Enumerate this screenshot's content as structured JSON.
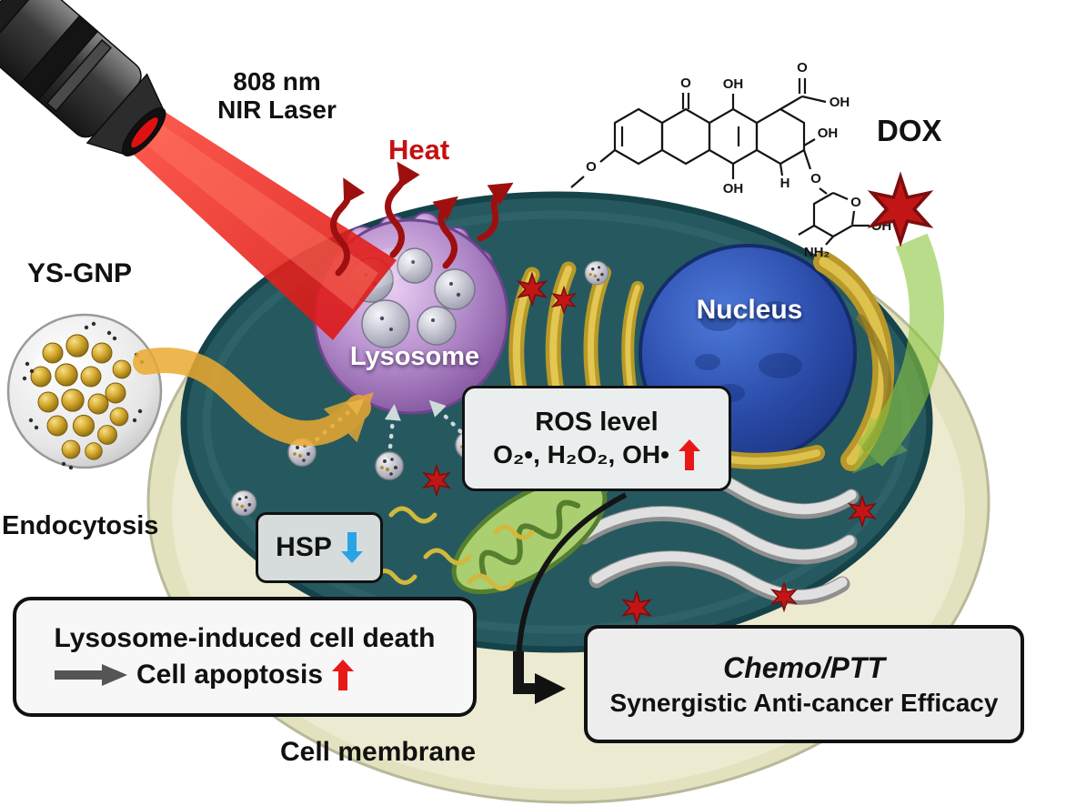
{
  "laser": {
    "line1": "808 nm",
    "line2": "NIR Laser"
  },
  "heat": {
    "label": "Heat"
  },
  "ys_gnp": {
    "label": "YS-GNP"
  },
  "endocytosis": {
    "label": "Endocytosis"
  },
  "cell": {
    "membrane_label": "Cell membrane"
  },
  "organelles": {
    "lysosome_label": "Lysosome",
    "nucleus_label": "Nucleus"
  },
  "dox": {
    "label": "DOX",
    "atoms": [
      {
        "t": "O"
      },
      {
        "t": "OH"
      },
      {
        "t": "O"
      },
      {
        "t": "OH"
      },
      {
        "t": "OH"
      },
      {
        "t": "O"
      },
      {
        "t": "OH"
      },
      {
        "t": "H"
      },
      {
        "t": "O"
      },
      {
        "t": "O"
      },
      {
        "t": "OH"
      },
      {
        "t": "NH₂"
      }
    ]
  },
  "boxes": {
    "ros": {
      "title": "ROS level",
      "species": "O₂•, H₂O₂, OH•"
    },
    "hsp": {
      "label": "HSP"
    },
    "cell_death": {
      "line1": "Lysosome-induced cell death",
      "line2": "Cell apoptosis"
    },
    "chemo": {
      "line1": "Chemo/PTT",
      "line2": "Synergistic Anti-cancer Efficacy"
    }
  },
  "colors": {
    "heat_text": "#c41111",
    "up_arrow": "#e81818",
    "down_arrow": "#29a3e6",
    "laser_beam": "#e01010",
    "endocytosis_arrow": "#ecaa30",
    "dox_arrow": "#8cc63f",
    "membrane": "#e2e2bf",
    "cytoplasm": "#26595f"
  }
}
